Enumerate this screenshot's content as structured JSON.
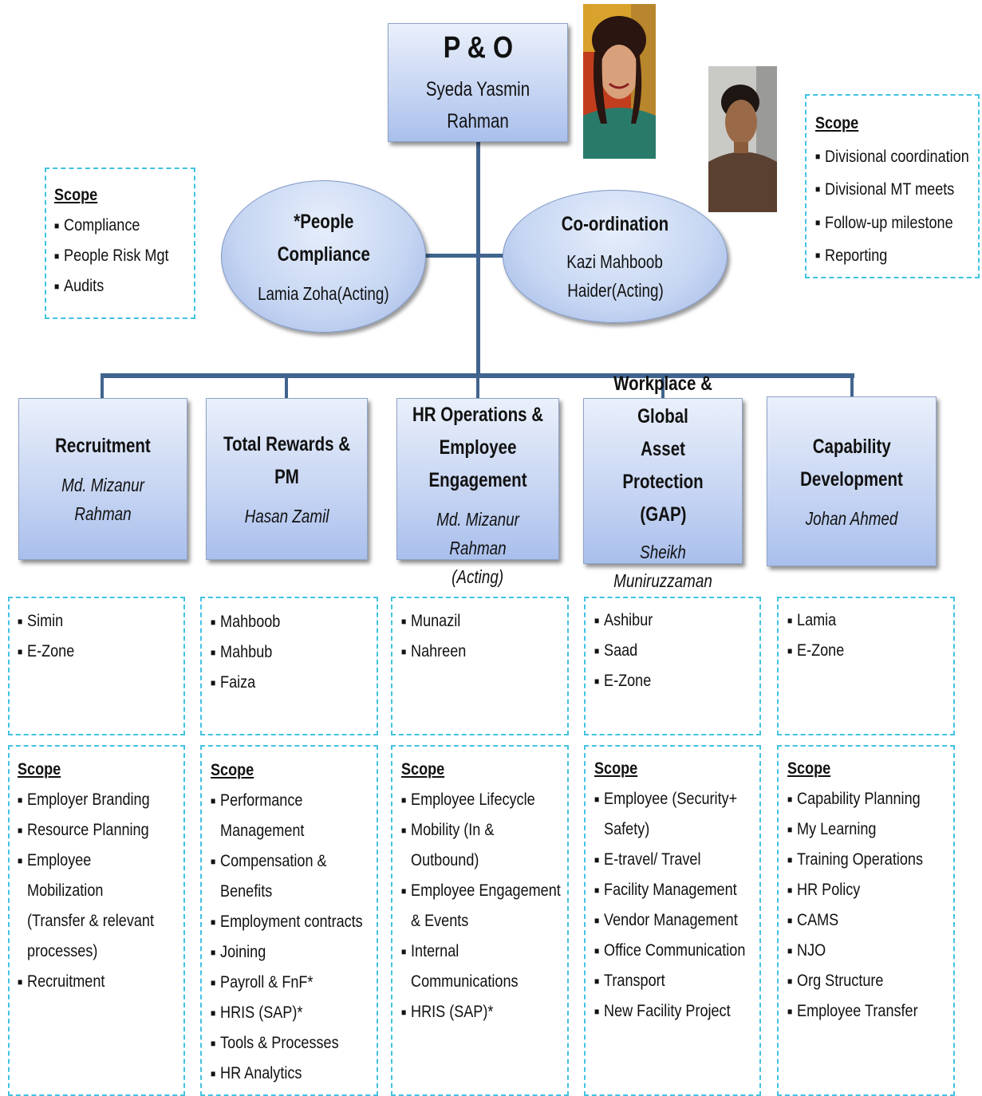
{
  "root": {
    "title": "P & O",
    "name": "Syeda Yasmin Rahman"
  },
  "people_compliance": {
    "title_line1": "*People",
    "title_line2": "Compliance",
    "name": "Lamia Zoha(Acting)"
  },
  "coordination": {
    "title": "Co-ordination",
    "name_line1": "Kazi Mahboob",
    "name_line2": "Haider(Acting)"
  },
  "scope_left": {
    "title": "Scope",
    "items": [
      "Compliance",
      "People Risk Mgt",
      "Audits"
    ]
  },
  "scope_right": {
    "title": "Scope",
    "items": [
      "Divisional coordination",
      "Divisional MT meets",
      " Follow-up milestone",
      "Reporting"
    ]
  },
  "units": [
    {
      "title": "Recruitment",
      "lead": "Md. Mizanur Rahman"
    },
    {
      "title": "Total Rewards & PM",
      "lead": "Hasan Zamil"
    },
    {
      "title_lines": [
        "HR Operations &",
        "Employee",
        "Engagement"
      ],
      "lead_lines": [
        "Md. Mizanur Rahman",
        "(Acting)"
      ]
    },
    {
      "title_lines": [
        "Workplace & Global",
        "Asset Protection",
        "(GAP)"
      ],
      "lead": "Sheikh Muniruzzaman"
    },
    {
      "title_lines": [
        "Capability",
        "Development"
      ],
      "lead": "Johan Ahmed"
    }
  ],
  "teams": [
    [
      "Simin",
      "E-Zone"
    ],
    [
      "Mahboob",
      "Mahbub",
      "Faiza"
    ],
    [
      "Munazil",
      "Nahreen"
    ],
    [
      "Ashibur",
      "Saad",
      "E-Zone"
    ],
    [
      "Lamia",
      "E-Zone"
    ]
  ],
  "scopes": [
    {
      "title": "Scope",
      "items": [
        [
          "Employer Branding"
        ],
        [
          "Resource Planning"
        ],
        [
          "Employee",
          "Mobilization",
          "(Transfer & relevant",
          "processes)"
        ],
        [
          "Recruitment"
        ]
      ]
    },
    {
      "title": "Scope",
      "items": [
        [
          "Performance",
          "Management"
        ],
        [
          "Compensation &",
          "Benefits"
        ],
        [
          "Employment contracts"
        ],
        [
          "Joining"
        ],
        [
          "Payroll & FnF*"
        ],
        [
          "HRIS (SAP)*"
        ],
        [
          "Tools & Processes"
        ],
        [
          "HR Analytics"
        ]
      ]
    },
    {
      "title": "Scope",
      "items": [
        [
          "Employee Lifecycle"
        ],
        [
          "Mobility (In &",
          "Outbound)"
        ],
        [
          "Employee Engagement",
          "& Events"
        ],
        [
          "Internal",
          "Communications"
        ],
        [
          "HRIS (SAP)*"
        ]
      ]
    },
    {
      "title": "Scope",
      "items": [
        [
          " Employee (Security+",
          "Safety)"
        ],
        [
          "E-travel/ Travel"
        ],
        [
          "Facility Management"
        ],
        [
          "Vendor Management"
        ],
        [
          "Office Communication"
        ],
        [
          "Transport"
        ],
        [
          "New Facility Project"
        ]
      ]
    },
    {
      "title": "Scope",
      "items": [
        [
          " Capability Planning"
        ],
        [
          "My Learning"
        ],
        [
          "Training Operations"
        ],
        [
          "HR Policy"
        ],
        [
          "CAMS"
        ],
        [
          "NJO"
        ],
        [
          "Org Structure"
        ],
        [
          "Employee  Transfer"
        ]
      ]
    }
  ],
  "colors": {
    "connector": "#41648e",
    "dash": "#42c2e3"
  },
  "icons": {
    "bullet": "square-bullet-icon"
  }
}
